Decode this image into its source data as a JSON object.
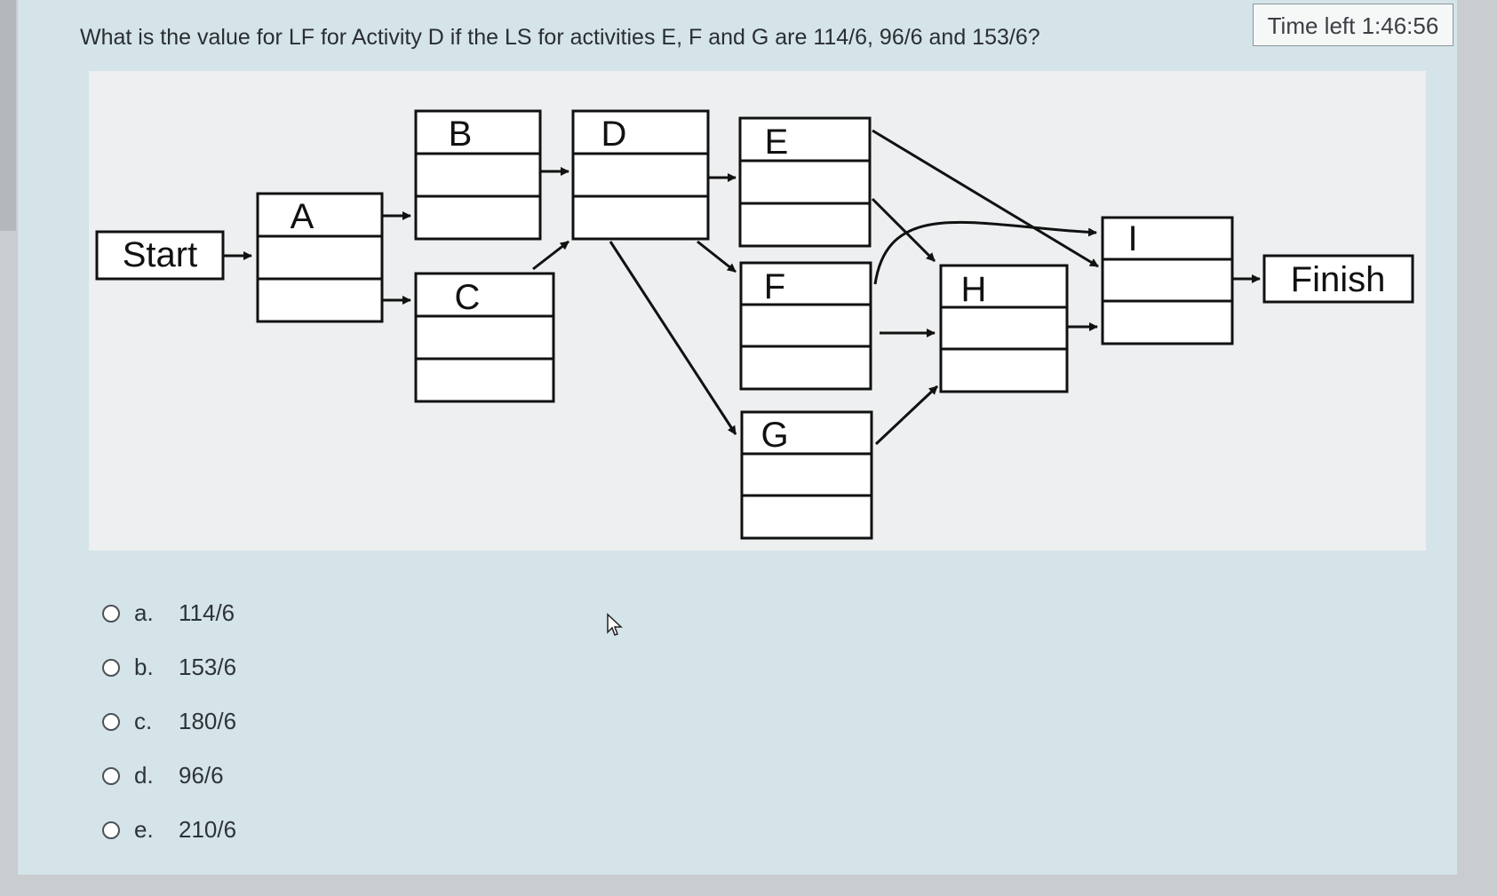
{
  "question": {
    "text": "What is the value for LF for Activity D if the LS for activities E, F and G are 114/6, 96/6 and 153/6?"
  },
  "timer": {
    "text": "Time left 1:46:56"
  },
  "diagram": {
    "nodes": {
      "start": "Start",
      "a": "A",
      "b": "B",
      "c": "C",
      "d": "D",
      "e": "E",
      "f": "F",
      "g": "G",
      "h": "H",
      "i": "I",
      "finish": "Finish"
    }
  },
  "answers": [
    {
      "letter": "a.",
      "value": "114/6"
    },
    {
      "letter": "b.",
      "value": "153/6"
    },
    {
      "letter": "c.",
      "value": "180/6"
    },
    {
      "letter": "d.",
      "value": "96/6"
    },
    {
      "letter": "e.",
      "value": "210/6"
    }
  ],
  "colors": {
    "panel": "#d4e4e9",
    "diagram_bg": "#edeff0",
    "stroke": "#111111"
  }
}
